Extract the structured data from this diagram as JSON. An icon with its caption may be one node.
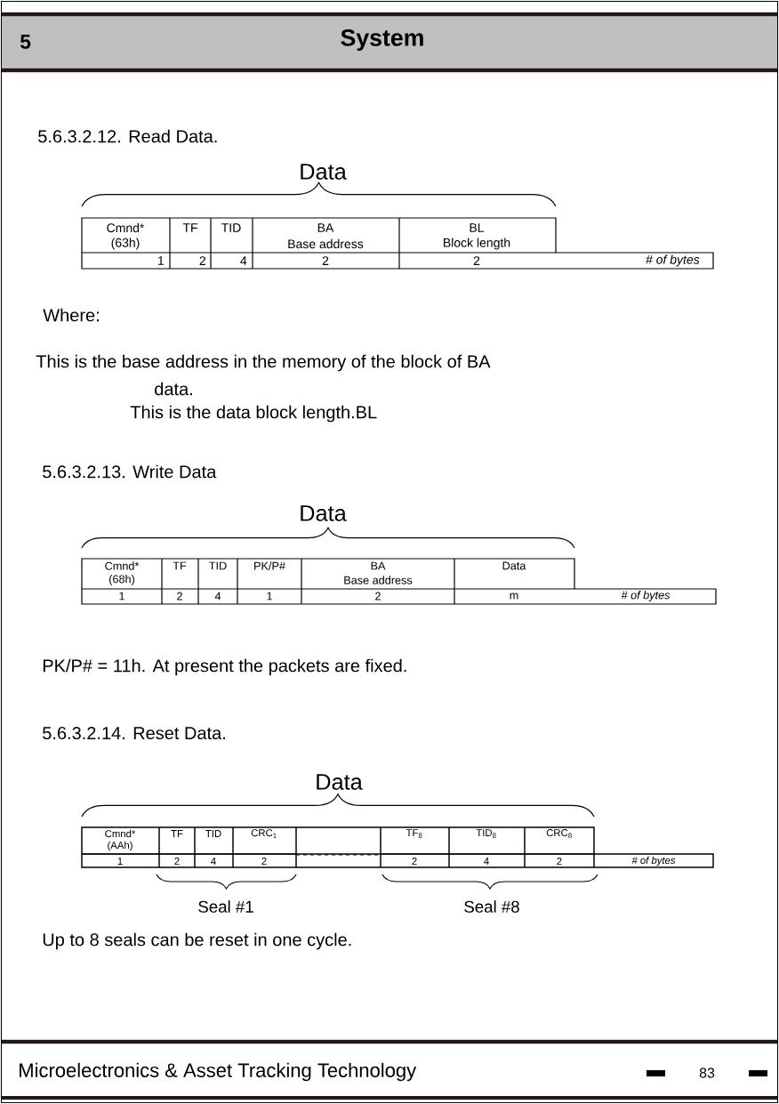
{
  "diagram": {
    "title": "System",
    "labels": [
      "5",
      "5.6.3.2.12.  Read Data.",
      "Data",
      "Cmnd*",
      "(63h)",
      "TF",
      "TID",
      "BA",
      "Base address",
      "BL",
      "Block length",
      "1",
      "2",
      "4",
      "2",
      "2",
      "# of bytes",
      "Where:",
      "This is the base address in the memory of the block of BA",
      "data.",
      "This is the data block length.BL",
      "5.6.3.2.13.  Write Data",
      "Data",
      "Cmnd*",
      "(68h)",
      "TF",
      "TID",
      "PK/P#",
      "BA",
      "Base address",
      "Data",
      "1",
      "2",
      "4",
      "1",
      "2",
      "m",
      "# of bytes",
      "PK/P# = 11h. At present the packets are fixed.",
      "5.6.3.2.14.  Reset Data.",
      "Data",
      "Cmnd*",
      "(AAh)",
      "TF",
      "TID",
      "CRC$_{1}$",
      "TF$_{8}$",
      "TID$_{8}$",
      "CRC$_{8}$",
      "1",
      "2",
      "4",
      "2",
      "2",
      "4",
      "2",
      "# of bytes",
      "Seal #1",
      "Seal #8",
      "Up to 8 seals can be reset in one cycle.",
      "Microelectronics & Asset Tracking Technology",
      "83"
    ]
  }
}
